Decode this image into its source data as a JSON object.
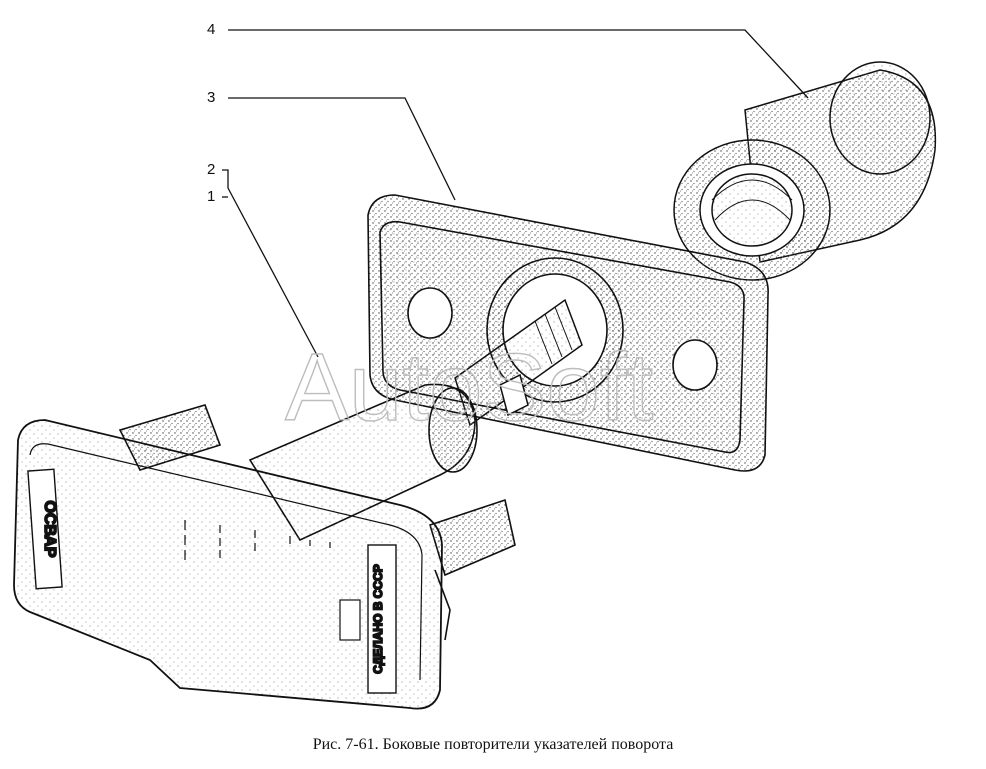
{
  "callouts": [
    "1",
    "2",
    "3",
    "4"
  ],
  "housing_label": "ОСВАР",
  "lens_label": "СДЕЛАНО В СССР",
  "watermark": "AutoSoft",
  "caption": "Рис. 7-61. Боковые повторители указателей поворота",
  "colors": {
    "ink": "#111111",
    "stipple": "#5a5a5a",
    "paper": "#ffffff"
  }
}
